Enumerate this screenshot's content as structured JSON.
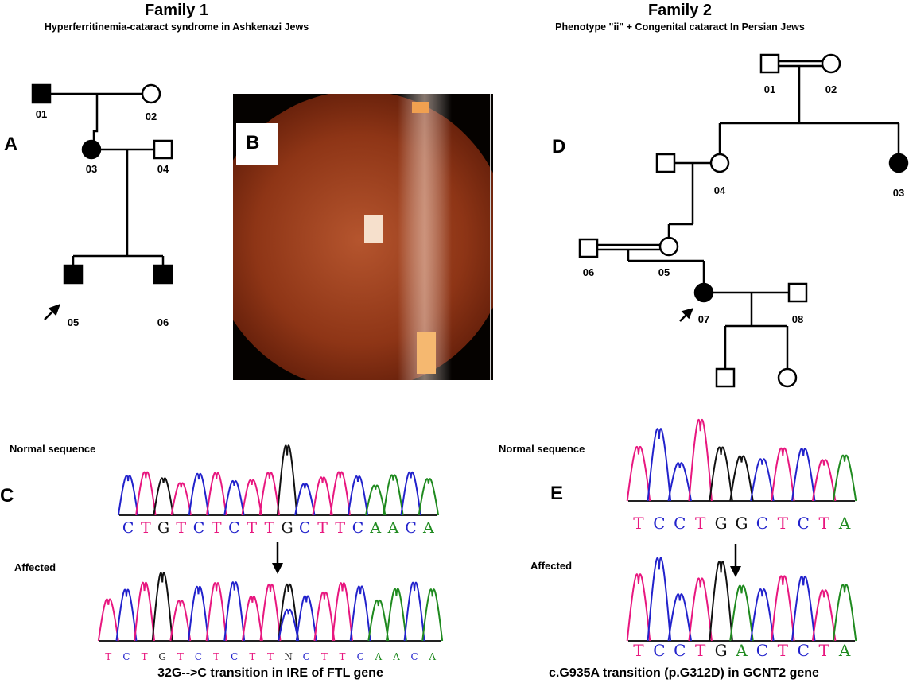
{
  "family1": {
    "title": "Family 1",
    "subtitle": "Hyperferritinemia-cataract syndrome in Ashkenazi Jews"
  },
  "family2": {
    "title": "Family 2",
    "subtitle": "Phenotype \"ii\" + Congenital cataract In Persian Jews"
  },
  "panels": {
    "a": "A",
    "b": "B",
    "c": "C",
    "d": "D",
    "e": "E"
  },
  "pedigree_a": {
    "ids": [
      "01",
      "02",
      "03",
      "04",
      "05",
      "06"
    ]
  },
  "pedigree_d": {
    "ids": [
      "01",
      "02",
      "03",
      "04",
      "05",
      "06",
      "07",
      "08"
    ]
  },
  "panel_c": {
    "normal_label": "Normal sequence",
    "affected_label": "Affected",
    "normal_seq": "CTGTCTCTTGCTTCAACA",
    "affected_seq": "TCTGTCTCTTNCTTCAACA",
    "caption": "32G-->C transition in IRE of FTL gene"
  },
  "panel_e": {
    "normal_label": "Normal sequence",
    "affected_label": "Affected",
    "normal_seq": "TCCTGGCTCTA",
    "affected_seq": "TCCTGACTCTA",
    "caption": "c.G935A  transition (p.G312D) in GCNT2 gene"
  },
  "base_colors": {
    "A": "#1f8a1f",
    "C": "#2222cc",
    "G": "#111111",
    "T": "#e8177f",
    "N": "#333333"
  }
}
